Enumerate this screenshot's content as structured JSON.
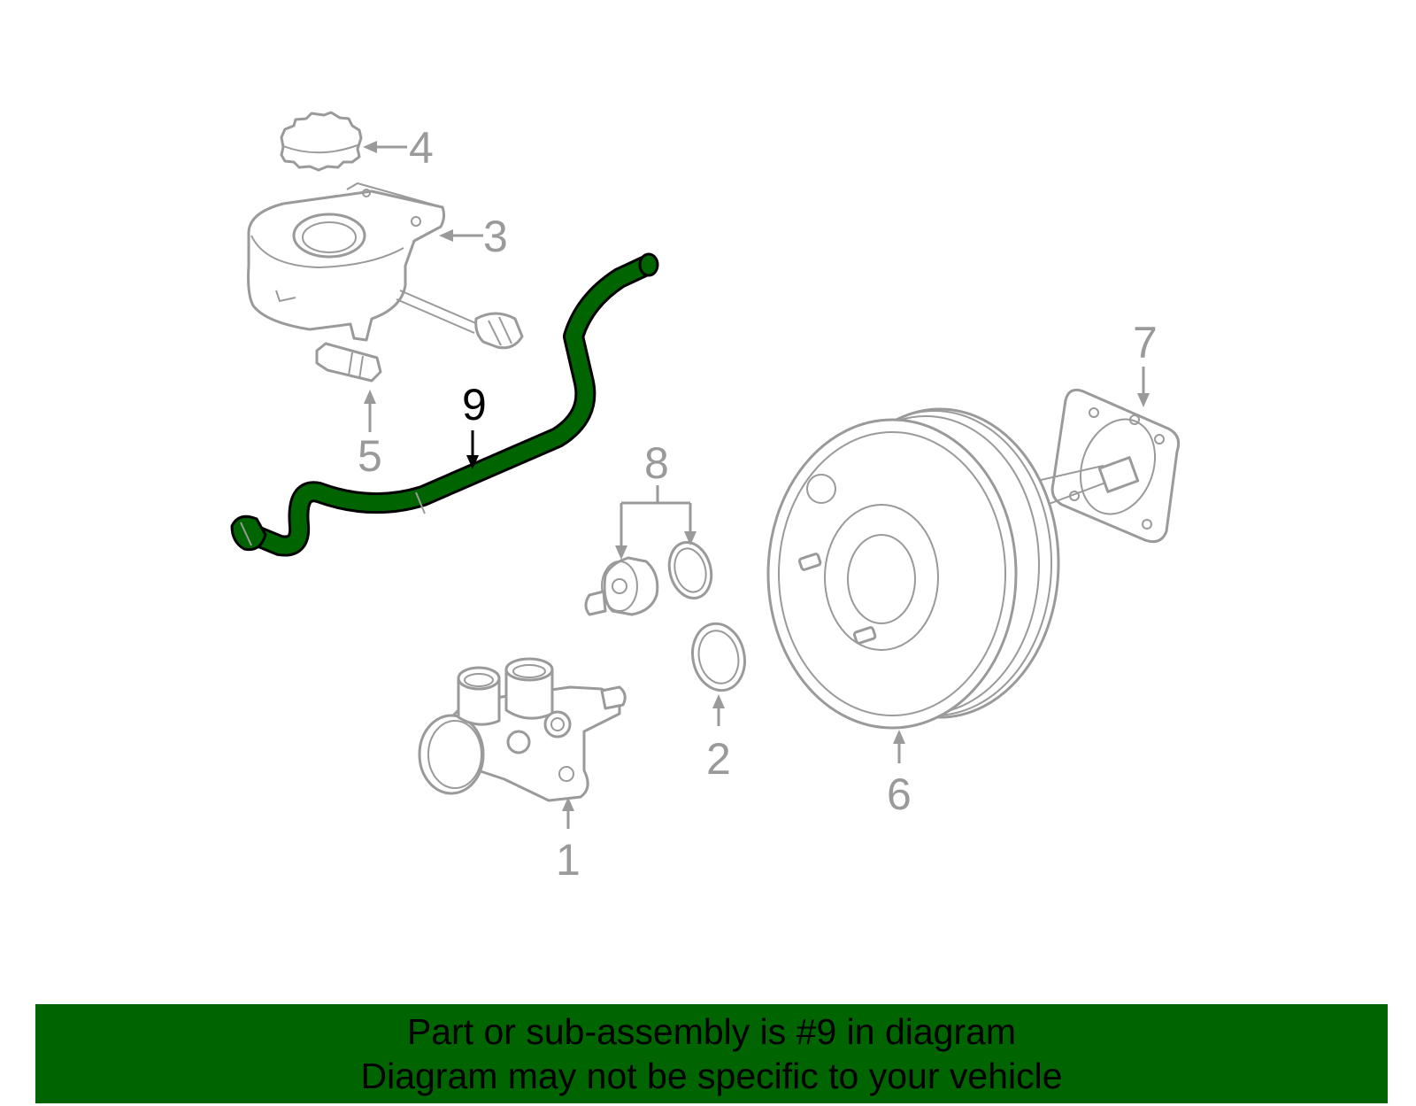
{
  "diagram": {
    "callouts": [
      {
        "number": "1",
        "highlighted": false
      },
      {
        "number": "2",
        "highlighted": false
      },
      {
        "number": "3",
        "highlighted": false
      },
      {
        "number": "4",
        "highlighted": false
      },
      {
        "number": "5",
        "highlighted": false
      },
      {
        "number": "6",
        "highlighted": false
      },
      {
        "number": "7",
        "highlighted": false
      },
      {
        "number": "8",
        "highlighted": false
      },
      {
        "number": "9",
        "highlighted": true
      }
    ],
    "part_color": "#9a9a9a",
    "highlight_color": "#006400"
  },
  "footer": {
    "line1": "Part or sub-assembly is #9 in diagram",
    "line2": "Diagram may not be specific to your vehicle",
    "background": "#006400"
  }
}
